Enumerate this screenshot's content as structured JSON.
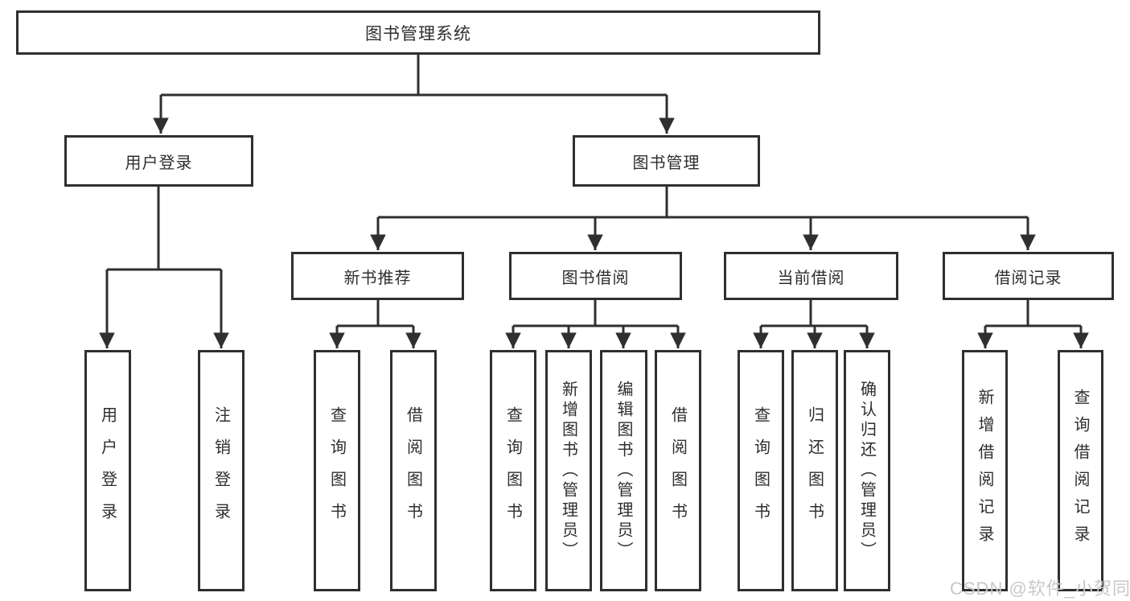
{
  "nodes": {
    "root": "图书管理系统",
    "user_login": "用户登录",
    "book_mgmt": "图书管理",
    "new_book_rec": "新书推荐",
    "book_borrow": "图书借阅",
    "current_borrow": "当前借阅",
    "borrow_record": "借阅记录",
    "ul_login": "用户登录",
    "ul_logout": "注销登录",
    "nb_query": "查询图书",
    "nb_borrow": "借阅图书",
    "bb_query": "查询图书",
    "bb_add": "新增图书（管理员）",
    "bb_edit": "编辑图书（管理员）",
    "bb_borrow": "借阅图书",
    "cb_query": "查询图书",
    "cb_return": "归还图书",
    "cb_confirm": "确认归还（管理员）",
    "br_add": "新增借阅记录",
    "br_query": "查询借阅记录"
  },
  "watermark": "CSDN @软件_小贺同学",
  "colors": {
    "line": "#2f2f2f",
    "text": "#2e2e2e",
    "watermark": "#c8c8c8",
    "background": "#ffffff"
  }
}
